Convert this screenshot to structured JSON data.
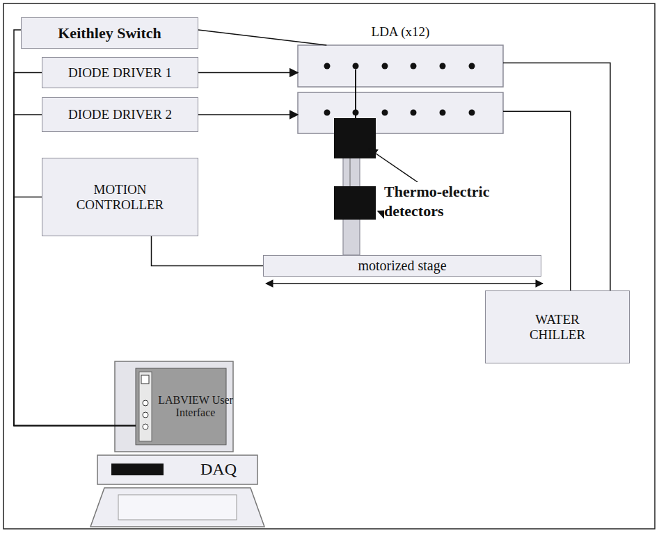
{
  "diagram": {
    "nodes": [
      {
        "text": [
          "Keithley Switch"
        ]
      },
      {
        "text": [
          "DIODE DRIVER 1"
        ]
      },
      {
        "text": [
          "DIODE DRIVER 2"
        ]
      },
      {
        "text": [
          "LDA (x12)"
        ]
      },
      {
        "text": [
          "MOTION CONTROLLER"
        ]
      },
      {
        "text": [
          "motorized stage"
        ]
      },
      {
        "text": [
          "WATER CHILLER"
        ]
      },
      {
        "text": [
          "LABVIEW User Interface"
        ]
      },
      {
        "text": [
          "DAQ"
        ]
      }
    ],
    "edges": [
      {
        "from": 0,
        "to": 3,
        "arrow": "none"
      },
      {
        "from": 1,
        "to": 3,
        "arrow": "to"
      },
      {
        "from": 2,
        "to": 3,
        "arrow": "to"
      },
      {
        "from": 3,
        "to": 6,
        "arrow": "none"
      },
      {
        "from": 3,
        "to": 6,
        "arrow": "none"
      },
      {
        "from": 4,
        "to": 5,
        "arrow": "none"
      },
      {
        "from": 7,
        "to": 0,
        "arrow": "none"
      },
      {
        "from": 7,
        "to": 1,
        "arrow": "none"
      },
      {
        "from": 7,
        "to": 2,
        "arrow": "none"
      },
      {
        "from": 7,
        "to": 4,
        "arrow": "none"
      }
    ],
    "labels": [
      "Thermo-electric detectors"
    ]
  }
}
